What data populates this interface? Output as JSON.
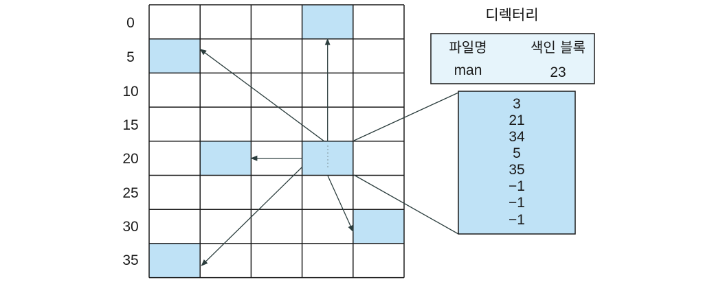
{
  "row_labels": [
    "0",
    "5",
    "10",
    "15",
    "20",
    "25",
    "30",
    "35"
  ],
  "grid": {
    "columns": 5,
    "rows": 8
  },
  "highlighted_blocks": [
    3,
    5,
    21,
    23,
    34,
    35
  ],
  "index_block_number": 23,
  "pointer_targets": [
    3,
    21,
    34,
    5,
    35
  ],
  "directory": {
    "title": "디렉터리",
    "headers": [
      "파일명",
      "색인 블록"
    ],
    "rows": [
      {
        "filename": "man",
        "index_block": "23"
      }
    ]
  },
  "index_block_values": [
    "3",
    "21",
    "34",
    "5",
    "35",
    "−1",
    "−1",
    "−1"
  ],
  "colors": {
    "block_fill": "#bfe2f6",
    "grid_line": "#1a1a1a",
    "directory_fill": "#e6f4fb",
    "arrow": "#2c3e3e"
  }
}
